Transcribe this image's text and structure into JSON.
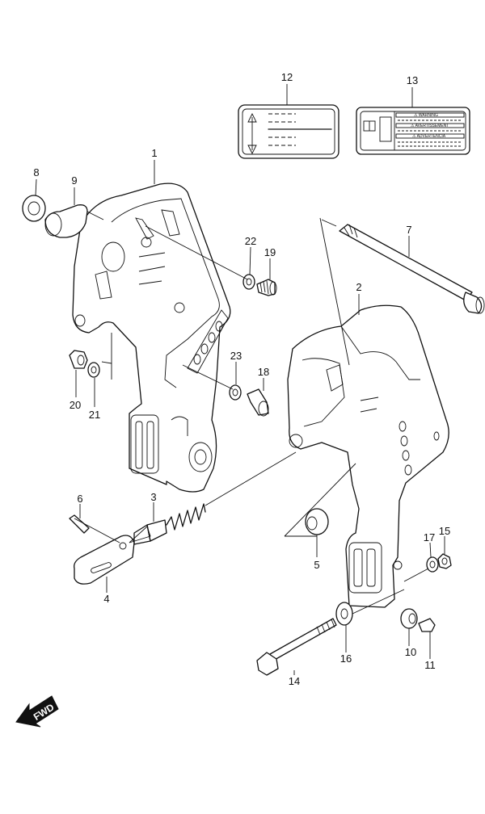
{
  "parts": [
    {
      "id": "1",
      "label": "1"
    },
    {
      "id": "2",
      "label": "2"
    },
    {
      "id": "3",
      "label": "3"
    },
    {
      "id": "4",
      "label": "4"
    },
    {
      "id": "5",
      "label": "5"
    },
    {
      "id": "6",
      "label": "6"
    },
    {
      "id": "7",
      "label": "7"
    },
    {
      "id": "8",
      "label": "8"
    },
    {
      "id": "9",
      "label": "9"
    },
    {
      "id": "10",
      "label": "10"
    },
    {
      "id": "11",
      "label": "11"
    },
    {
      "id": "12",
      "label": "12"
    },
    {
      "id": "13",
      "label": "13"
    },
    {
      "id": "14",
      "label": "14"
    },
    {
      "id": "15",
      "label": "15"
    },
    {
      "id": "16",
      "label": "16"
    },
    {
      "id": "17",
      "label": "17"
    },
    {
      "id": "18",
      "label": "18"
    },
    {
      "id": "19",
      "label": "19"
    },
    {
      "id": "20",
      "label": "20"
    },
    {
      "id": "21",
      "label": "21"
    },
    {
      "id": "22",
      "label": "22"
    },
    {
      "id": "23",
      "label": "23"
    }
  ],
  "warning_label": {
    "lines": [
      "⚠ WARNING",
      "⚠ AVERTISSEMENT",
      "⚠ ADVERTENCIA"
    ]
  },
  "direction_indicator": {
    "text": "FWD"
  }
}
